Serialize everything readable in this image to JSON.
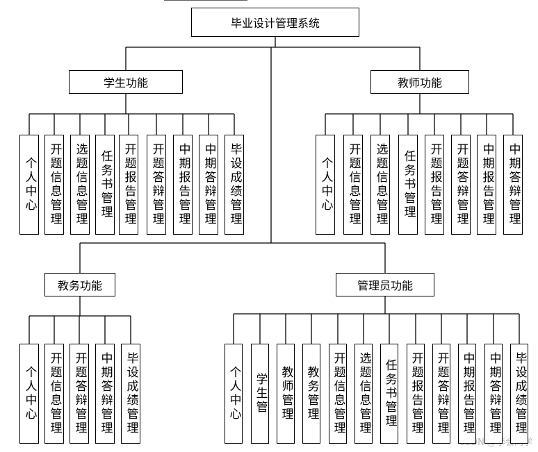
{
  "root": "毕业设计管理系统",
  "groups": [
    {
      "title": "学生功能",
      "items": [
        "个人中心",
        "开题信息管理",
        "选题信息管理",
        "任务书管理",
        "开题报告管理",
        "开题答辩管理",
        "中期报告管理",
        "中期答辩管理",
        "毕设成绩管理"
      ]
    },
    {
      "title": "教师功能",
      "items": [
        "个人中心",
        "开题信息管理",
        "选题信息管理",
        "任务书管理",
        "开题报告管理",
        "开题答辩管理",
        "中期报告管理",
        "中期答辩管理"
      ]
    },
    {
      "title": "教务功能",
      "items": [
        "个人中心",
        "开题信息管理",
        "开题答辩管理",
        "中期答辩管理",
        "毕设成绩管理"
      ]
    },
    {
      "title": "管理员功能",
      "items": [
        "个人中心",
        "学生管",
        "教师管理",
        "教务管理",
        "开题信息管理",
        "选题信息管理",
        "任务书管理",
        "开题报告管理",
        "开题答辩管理",
        "中期报告管理",
        "中期答辩管理",
        "毕设成绩管理"
      ]
    }
  ],
  "watermark": "CSDN @李会同学"
}
